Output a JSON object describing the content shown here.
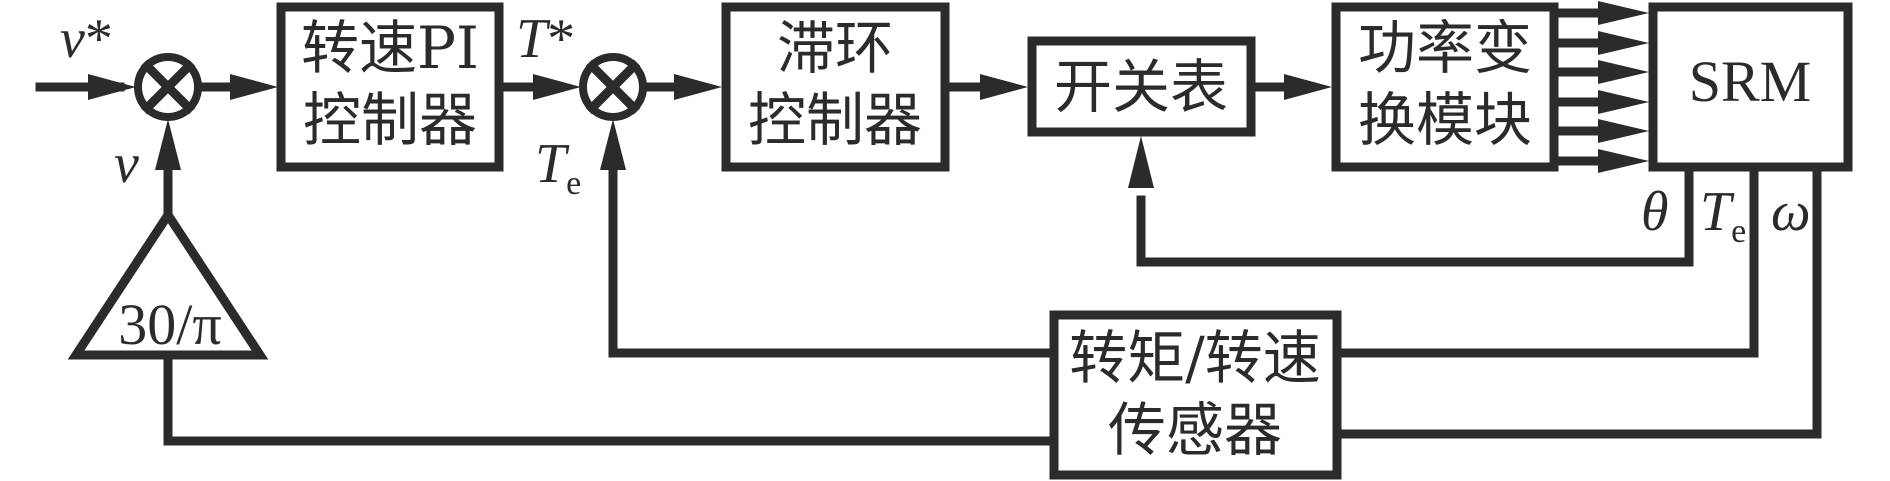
{
  "diagram": {
    "title": "SRM direct torque control block diagram",
    "blocks": {
      "speed_pi": {
        "line1": "转速PI",
        "line2": "控制器"
      },
      "hysteresis": {
        "line1": "滞环",
        "line2": "控制器"
      },
      "switch_table": {
        "label": "开关表"
      },
      "power_converter": {
        "line1": "功率变",
        "line2": "换模块"
      },
      "motor": {
        "label": "SRM"
      },
      "sensor": {
        "line1": "转矩/转速",
        "line2": "传感器"
      },
      "gain": {
        "label": "30/π"
      }
    },
    "summing_junctions": [
      {
        "id": "speed-sum",
        "symbol": "⊗"
      },
      {
        "id": "torque-sum",
        "symbol": "⊗"
      }
    ],
    "signals": {
      "speed_ref": {
        "main": "v",
        "suffix": "*"
      },
      "speed_fb": {
        "main": "v"
      },
      "torque_ref": {
        "main": "T",
        "suffix": "*"
      },
      "torque_fb": {
        "main": "T",
        "sub": "e"
      },
      "rotor_angle": {
        "main": "θ"
      },
      "motor_torque": {
        "main": "T",
        "sub": "e"
      },
      "motor_speed": {
        "main": "ω"
      }
    },
    "phase_lines_count": 6,
    "colors": {
      "stroke": "#2b2b2b",
      "background": "#ffffff"
    }
  }
}
